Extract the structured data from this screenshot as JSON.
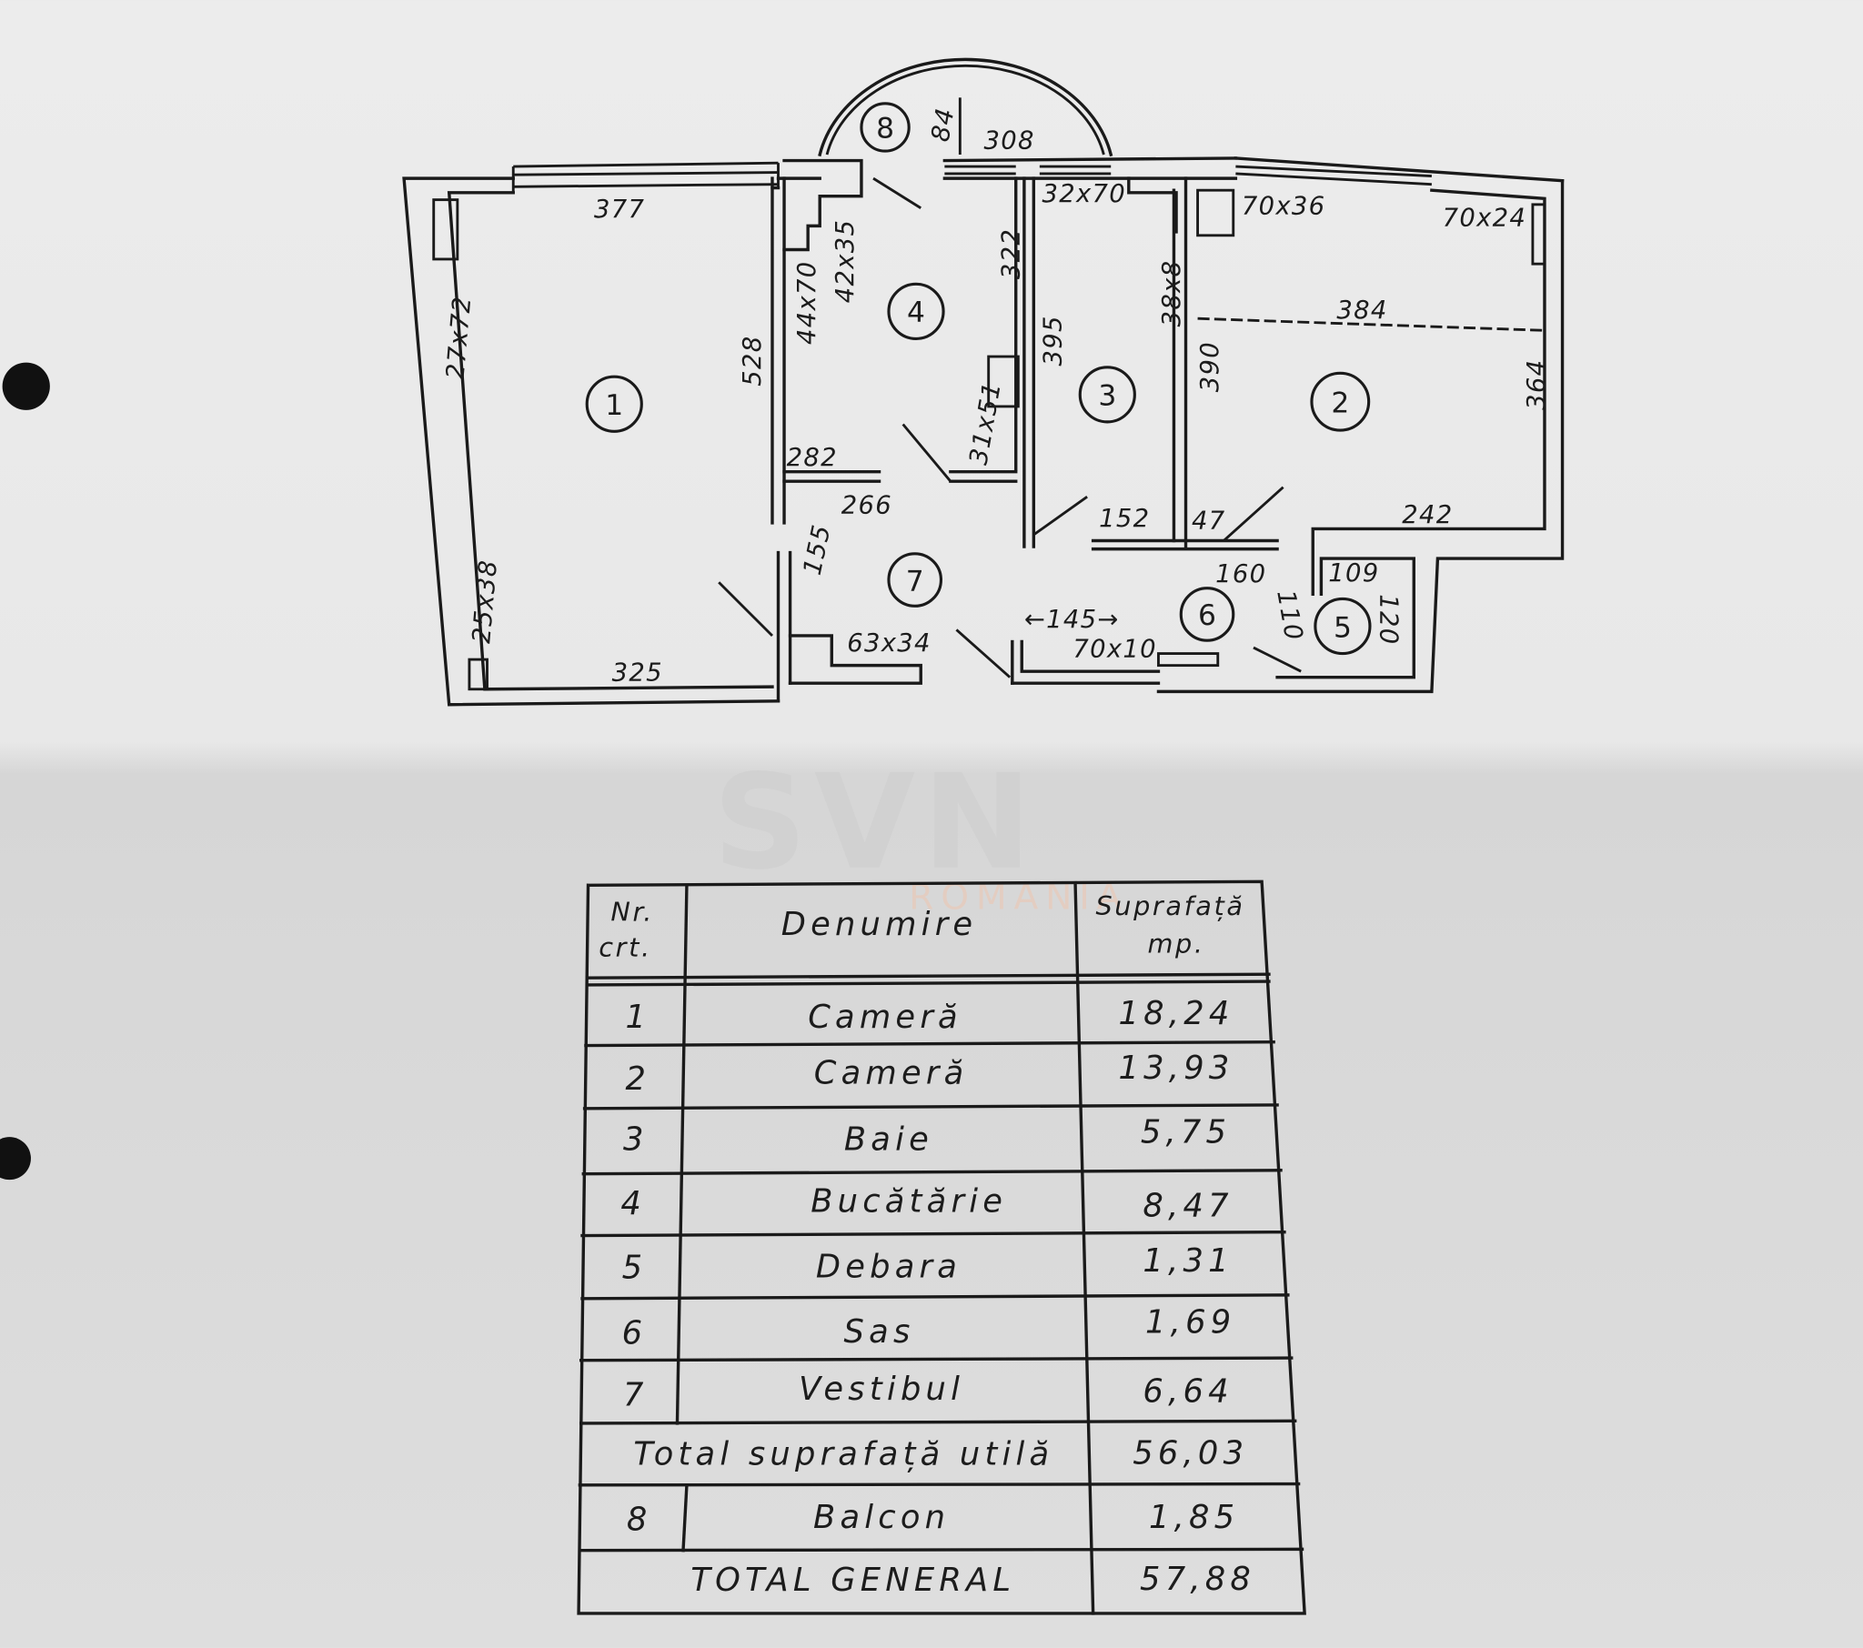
{
  "plan": {
    "rooms": [
      "1",
      "2",
      "3",
      "4",
      "5",
      "6",
      "7",
      "8"
    ],
    "dimensions": {
      "d377": "377",
      "d27x72": "27x72",
      "d25x38": "25x38",
      "d325": "325",
      "d528": "528",
      "d44x70": "44x70",
      "d42x35": "42x35",
      "d282": "282",
      "d266": "266",
      "d155": "155",
      "d31x51": "31x51",
      "d322": "322",
      "d395": "395",
      "d84": "84",
      "d308": "308",
      "d32x70": "32x70",
      "d38x8": "38x8",
      "d390": "390",
      "d70x36": "70x36",
      "d70x24": "70x24",
      "d384": "384",
      "d364": "364",
      "d152": "152",
      "d47": "47",
      "d242": "242",
      "d160": "160",
      "d110": "110",
      "d109": "109",
      "d120": "120",
      "d145": "←145→",
      "d70x10": "70x10",
      "d63x34": "63x34"
    }
  },
  "watermark": {
    "brand": "SVN",
    "sub": "ROMANIA"
  },
  "table": {
    "headers": {
      "nr": "Nr.",
      "nr2": "crt.",
      "name": "Denumire",
      "area": "Suprafață",
      "area2": "mp."
    },
    "rows": [
      {
        "nr": "1",
        "name": "Cameră",
        "area": "18,24"
      },
      {
        "nr": "2",
        "name": "Cameră",
        "area": "13,93"
      },
      {
        "nr": "3",
        "name": "Baie",
        "area": "5,75"
      },
      {
        "nr": "4",
        "name": "Bucătărie",
        "area": "8,47"
      },
      {
        "nr": "5",
        "name": "Debara",
        "area": "1,31"
      },
      {
        "nr": "6",
        "name": "Sas",
        "area": "1,69"
      },
      {
        "nr": "7",
        "name": "Vestibul",
        "area": "6,64"
      }
    ],
    "total_useful": {
      "label": "Total suprafață utilă",
      "area": "56,03"
    },
    "balcony": {
      "nr": "8",
      "name": "Balcon",
      "area": "1,85"
    },
    "total_general": {
      "label": "TOTAL GENERAL",
      "area": "57,88"
    }
  }
}
